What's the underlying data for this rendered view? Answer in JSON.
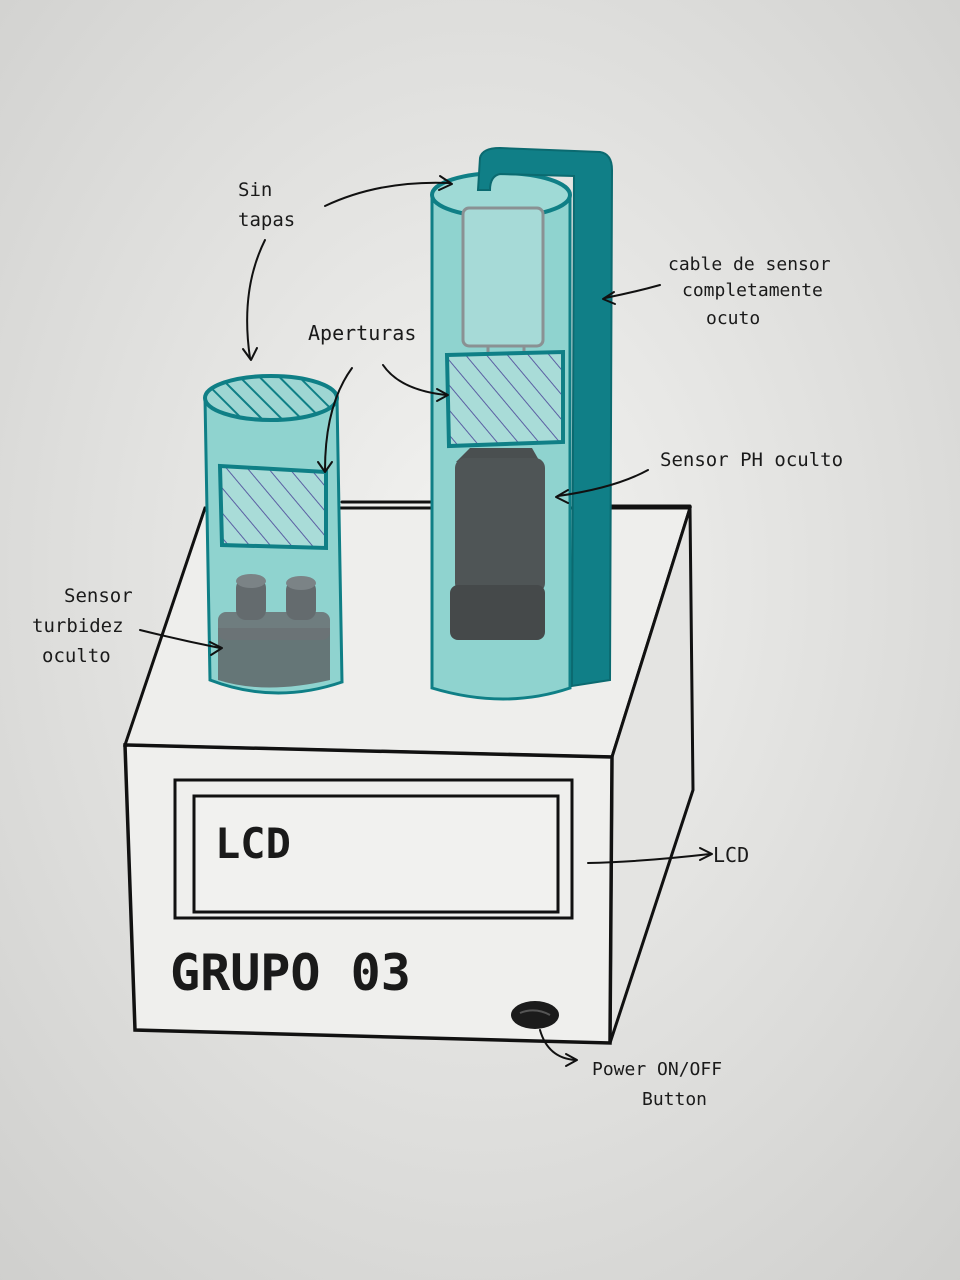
{
  "labels": {
    "sin_tapas_1": "Sin",
    "sin_tapas_2": "tapas",
    "aperturas": "Aperturas",
    "cable_1": "cable de sensor",
    "cable_2": "completamente",
    "cable_3": "ocuto",
    "ph_sensor": "Sensor PH oculto",
    "turbidez_1": "Sensor",
    "turbidez_2": "turbidez",
    "turbidez_3": "oculto",
    "lcd_screen": "LCD",
    "lcd_pointer": "LCD",
    "group_name": "GRUPO 03",
    "power_1": "Power ON/OFF",
    "power_2": "Button"
  },
  "colors": {
    "paper": "#f1f1ef",
    "teal_fill": "#8fd3cf",
    "teal_dark": "#0f7f86",
    "sensor_dark": "#4a4f50",
    "sensor_gray": "#6c7376",
    "ink": "#111111"
  }
}
